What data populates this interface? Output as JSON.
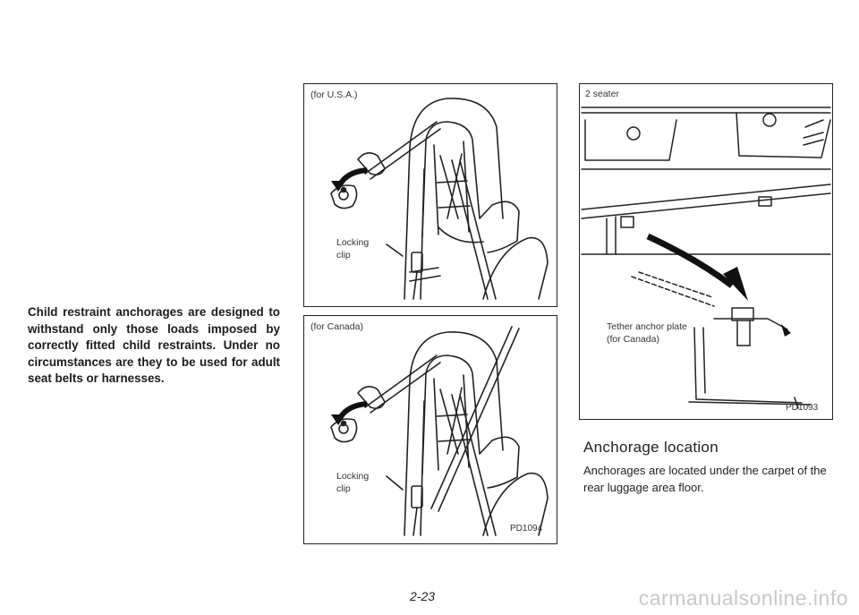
{
  "warning_text": "Child restraint anchorages are designed to withstand only those loads imposed by correctly fitted child restraints. Under no circumstances are they to be used for adult seat belts or harnesses.",
  "figure_usa": {
    "caption": "(for U.S.A.)",
    "callout_line1": "Locking",
    "callout_line2": "clip"
  },
  "figure_canada": {
    "caption": "(for Canada)",
    "callout_line1": "Locking",
    "callout_line2": "clip",
    "code": "PD1094"
  },
  "figure_anchor": {
    "caption": "2 seater",
    "callout_line1": "Tether anchor plate",
    "callout_line2": "(for Canada)",
    "code": "PD1093"
  },
  "section": {
    "title": "Anchorage location",
    "body": "Anchorages are located under the carpet of the rear luggage area floor."
  },
  "page_number": "2-23",
  "watermark": "carmanualsonline.info"
}
